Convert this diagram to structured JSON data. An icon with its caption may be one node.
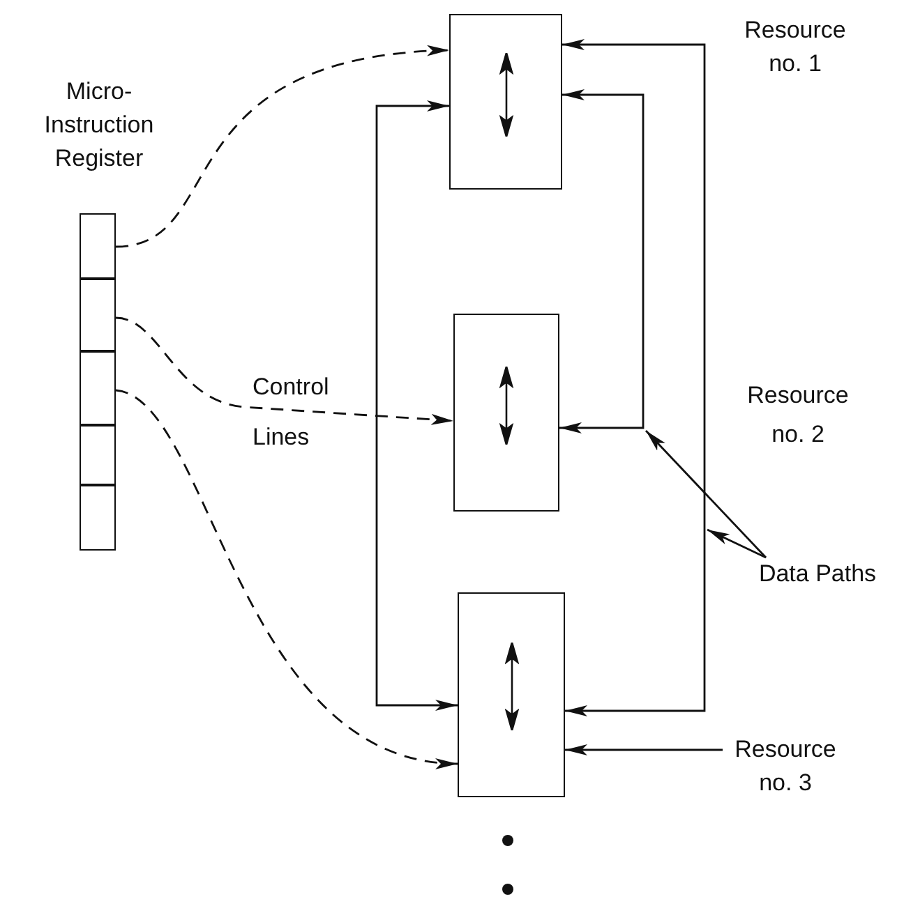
{
  "diagram": {
    "nodes": [
      {
        "text": [
          "Micro- Instruction Register"
        ]
      },
      {
        "text": [],
        "shape": "box",
        "in": 0
      },
      {
        "text": [],
        "shape": "box",
        "in": 0
      },
      {
        "text": [],
        "shape": "box",
        "in": 0
      },
      {
        "text": [],
        "shape": "box",
        "in": 0
      },
      {
        "text": [],
        "shape": "box",
        "in": 0
      },
      {
        "text": [],
        "shape": "box"
      },
      {
        "text": [],
        "shape": "box"
      },
      {
        "text": [],
        "shape": "box"
      },
      {
        "text": [
          "Resource no. 3"
        ]
      },
      {
        "text": [
          "Data Paths"
        ]
      }
    ],
    "edges": [
      {
        "from": 1,
        "to": 6,
        "arrow": "to",
        "style": "dashed"
      },
      {
        "from": 2,
        "to": 7,
        "arrow": "to",
        "style": "dashed"
      },
      {
        "from": 3,
        "to": 8,
        "arrow": "to",
        "style": "dashed"
      },
      {
        "from": 6,
        "to": 8,
        "arrow": "both"
      },
      {
        "from": 6,
        "to": 7,
        "arrow": "both"
      },
      {
        "from": 6,
        "to": 8,
        "arrow": "both"
      },
      {
        "from": 9,
        "to": 8,
        "arrow": "to"
      },
      {
        "from": 10,
        "to": null,
        "arrow": "to"
      },
      {
        "from": 10,
        "to": null,
        "arrow": "to"
      }
    ],
    "labels": [
      "Resource no. 1",
      "Control Lines",
      "Resource no. 2"
    ]
  }
}
